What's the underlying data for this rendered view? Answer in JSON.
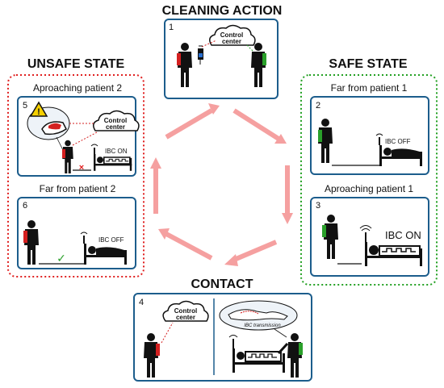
{
  "headings": {
    "cleaning": "CLEANING ACTION",
    "unsafe": "UNSAFE STATE",
    "safe": "SAFE STATE",
    "contact": "CONTACT"
  },
  "subtitles": {
    "far1": "Far from patient 1",
    "approach1": "Aproaching patient 1",
    "approach2": "Aproaching patient 2",
    "far2": "Far from patient 2"
  },
  "panels": {
    "p1": "1",
    "p2": "2",
    "p3": "3",
    "p4": "4",
    "p5": "5",
    "p6": "6"
  },
  "cloud": {
    "line1": "Control",
    "line2": "center"
  },
  "ibc": {
    "on": "IBC ON",
    "off": "IBC OFF",
    "transmission": "IBC transmission"
  },
  "marks": {
    "check": "✓",
    "cross": "×",
    "warning": "!"
  },
  "colors": {
    "panel_border": "#1c5d8c",
    "unsafe_border": "#e02020",
    "safe_border": "#22a022",
    "arrow": "#f5a0a0",
    "red_hand": "#d42020",
    "green_hand": "#2aa02a",
    "warning_yellow": "#f5d000"
  }
}
